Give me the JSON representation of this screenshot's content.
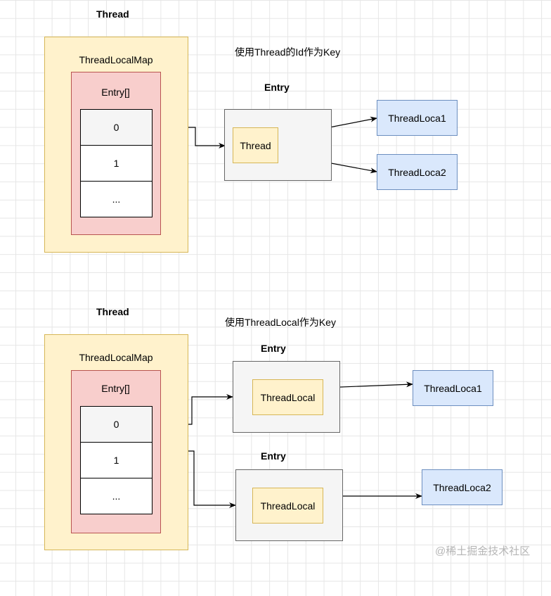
{
  "diagram1": {
    "thread_title": "Thread",
    "map_label": "ThreadLocalMap",
    "array_label": "Entry[]",
    "cells": [
      "0",
      "1",
      "..."
    ],
    "caption": "使用Thread的Id作为Key",
    "entry_title": "Entry",
    "entry_key": "Thread",
    "targets": [
      "ThreadLoca1",
      "ThreadLoca2"
    ]
  },
  "diagram2": {
    "thread_title": "Thread",
    "map_label": "ThreadLocalMap",
    "array_label": "Entry[]",
    "cells": [
      "0",
      "1",
      "..."
    ],
    "caption": "使用ThreadLocal作为Key",
    "entries": [
      {
        "title": "Entry",
        "key": "ThreadLocal",
        "target": "ThreadLoca1"
      },
      {
        "title": "Entry",
        "key": "ThreadLocal",
        "target": "ThreadLoca2"
      }
    ]
  },
  "watermark": "@稀土掘金技术社区",
  "colors": {
    "thread_fill": "#fff2cc",
    "thread_stroke": "#d6b656",
    "array_fill": "#f8cecc",
    "array_stroke": "#b85450",
    "entry_fill": "#f5f5f5",
    "threadlocal_fill": "#dae8fc",
    "threadlocal_stroke": "#6c8ebf"
  }
}
